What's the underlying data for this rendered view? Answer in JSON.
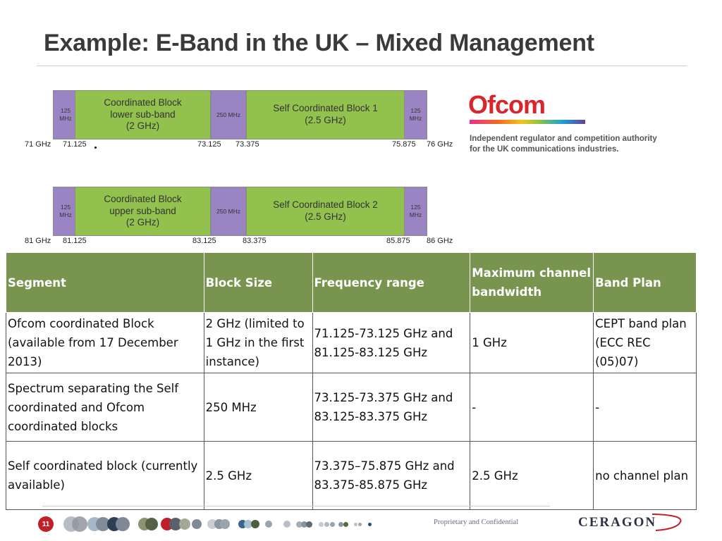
{
  "slide": {
    "title": "Example: E-Band in the UK – Mixed Management",
    "page_number": "11",
    "footer_text": "Proprietary and Confidential",
    "footer_logo": "CERAGON"
  },
  "diagram1": {
    "segments": [
      {
        "lines": [
          "125",
          "MHz"
        ],
        "color": "purple"
      },
      {
        "lines": [
          "Coordinated Block",
          "lower sub-band",
          "(2 GHz)"
        ],
        "color": "green"
      },
      {
        "lines": [
          "250 MHz"
        ],
        "color": "purple"
      },
      {
        "lines": [
          "Self Coordinated Block 1",
          "(2.5 GHz)"
        ],
        "color": "green"
      },
      {
        "lines": [
          "125",
          "MHz"
        ],
        "color": "purple"
      }
    ],
    "freqs": [
      "71 GHz",
      "71.125",
      "73.125",
      "73.375",
      "75.875",
      "76 GHz"
    ]
  },
  "diagram2": {
    "segments": [
      {
        "lines": [
          "125",
          "MHz"
        ],
        "color": "purple"
      },
      {
        "lines": [
          "Coordinated Block",
          "upper sub-band",
          "(2 GHz)"
        ],
        "color": "green"
      },
      {
        "lines": [
          "250 MHz"
        ],
        "color": "purple"
      },
      {
        "lines": [
          "Self Coordinated Block 2",
          "(2.5 GHz)"
        ],
        "color": "green"
      },
      {
        "lines": [
          "125",
          "MHz"
        ],
        "color": "purple"
      }
    ],
    "freqs": [
      "81 GHz",
      "81.125",
      "83.125",
      "83.375",
      "85.875",
      "86 GHz"
    ]
  },
  "ofcom": {
    "logo": "Ofcom",
    "tagline_1": "Independent regulator and competition authority",
    "tagline_2": "for the UK communications industries."
  },
  "table": {
    "headers": [
      "Segment",
      "Block Size",
      "Frequency range",
      "Maximum channel bandwidth",
      "Band Plan"
    ],
    "rows": [
      [
        "Ofcom coordinated Block (available from 17 December 2013)",
        "2 GHz (limited to 1 GHz in the first instance)",
        "71.125-73.125 GHz and 81.125-83.125 GHz",
        "1 GHz",
        "CEPT band plan (ECC REC (05)07)"
      ],
      [
        "Spectrum separating the Self coordinated and Ofcom coordinated blocks",
        "250 MHz",
        "73.125-73.375 GHz and 83.125-83.375 GHz",
        "-",
        "-"
      ],
      [
        "Self coordinated block (currently available)",
        "2.5 GHz",
        "73.375–75.875 GHz and 83.375-85.875 GHz",
        "2.5 GHz",
        "no channel plan"
      ]
    ]
  },
  "colors": {
    "header_green": "#79944f",
    "segment_purple": "#9b84c4",
    "segment_green": "#93c14d",
    "ofcom_red": "#d8262c",
    "page_badge_red": "#c0202a"
  }
}
